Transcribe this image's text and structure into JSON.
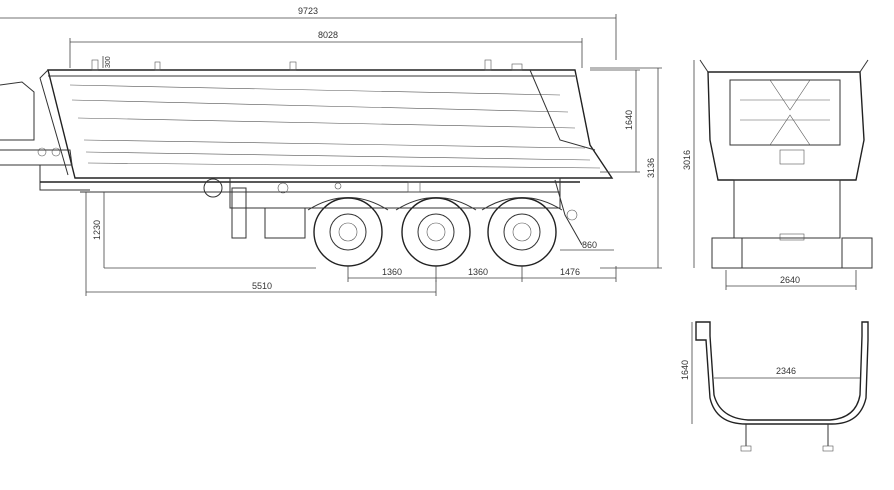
{
  "dimensions": {
    "overall_length": "9723",
    "body_length": "8028",
    "small_top": "300",
    "body_height": "1640",
    "total_height": "3136",
    "front_height": "3016",
    "king_pin_height": "1230",
    "axle_spacing_1": "1360",
    "axle_spacing_2": "1360",
    "rear_overhang": "1476",
    "rear_low": "860",
    "king_to_axle": "5510",
    "rear_width": "2640",
    "section_height": "1640",
    "section_width": "2346"
  }
}
